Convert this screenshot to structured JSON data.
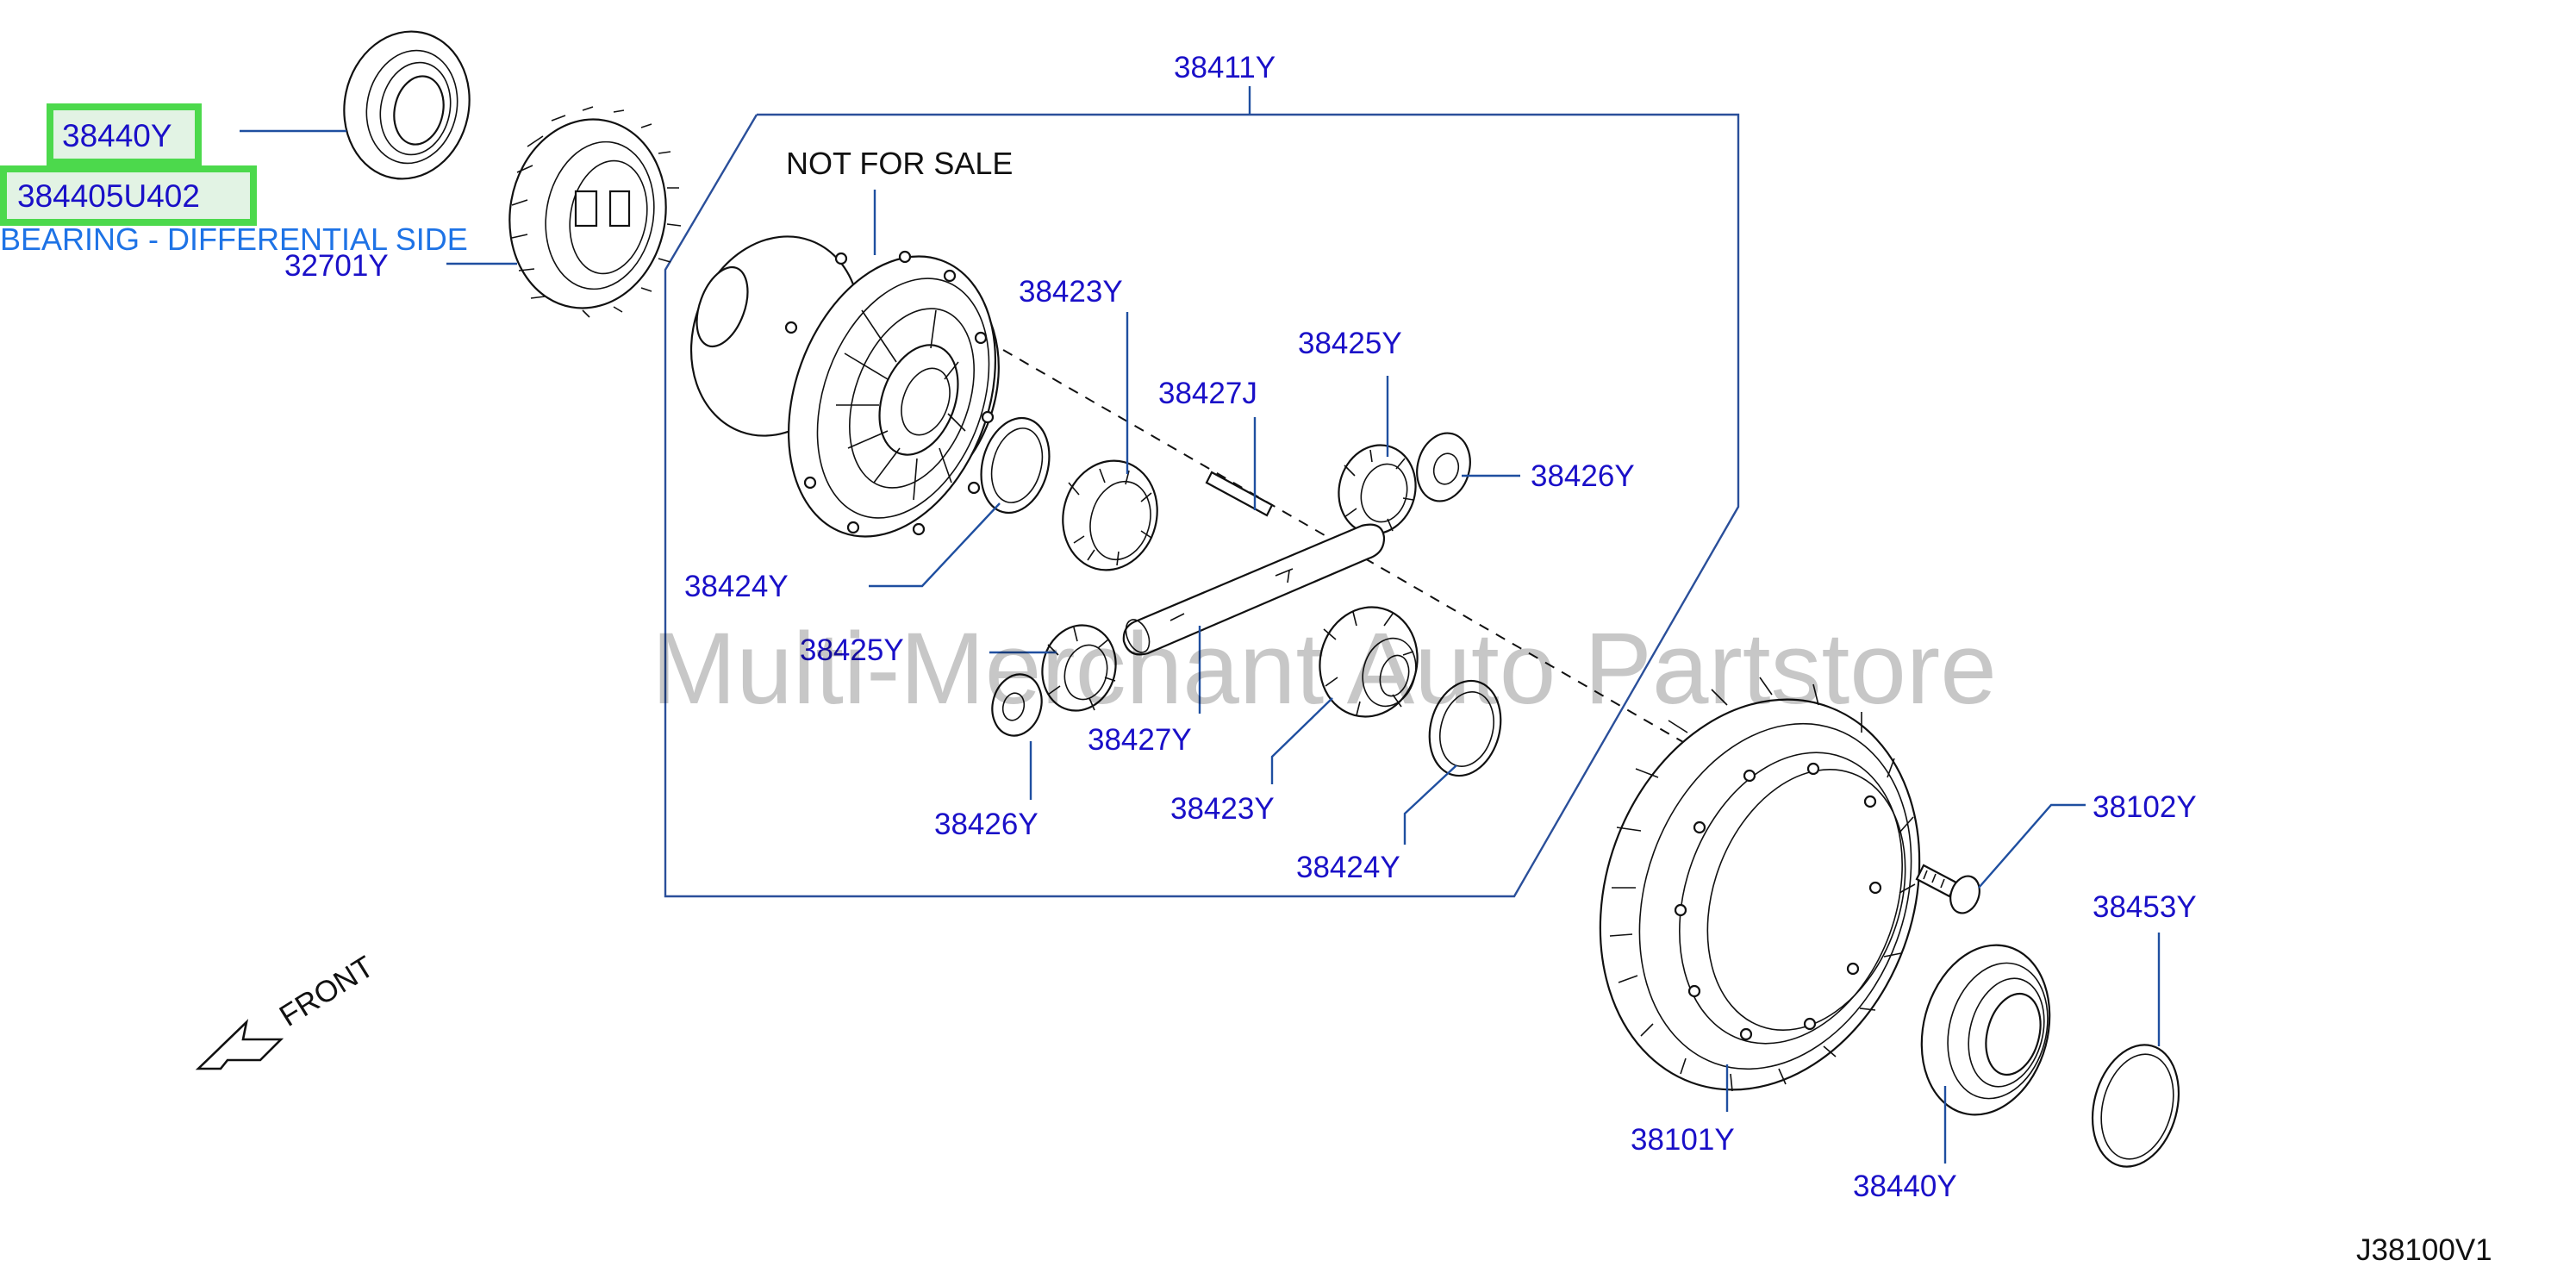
{
  "diagram": {
    "notice": "NOT  FOR  SALE",
    "watermark": "Multi-Merchant Auto Partstore",
    "figure_code": "J38100V1",
    "direction_label": "FRONT",
    "highlight": {
      "part_number": "38440Y",
      "alt_part_number": "384405U402",
      "description": "BEARING - DIFFERENTIAL SIDE"
    },
    "callouts": {
      "c32701": "32701Y",
      "c38411": "38411Y",
      "c38423a": "38423Y",
      "c38425a": "38425Y",
      "c38427j": "38427J",
      "c38426a": "38426Y",
      "c38424a": "38424Y",
      "c38425b": "38425Y",
      "c38427b": "38427Y",
      "c38426b": "38426Y",
      "c38423b": "38423Y",
      "c38424b": "38424Y",
      "c38102": "38102Y",
      "c38453": "38453Y",
      "c38101": "38101Y",
      "c38440b": "38440Y"
    }
  }
}
